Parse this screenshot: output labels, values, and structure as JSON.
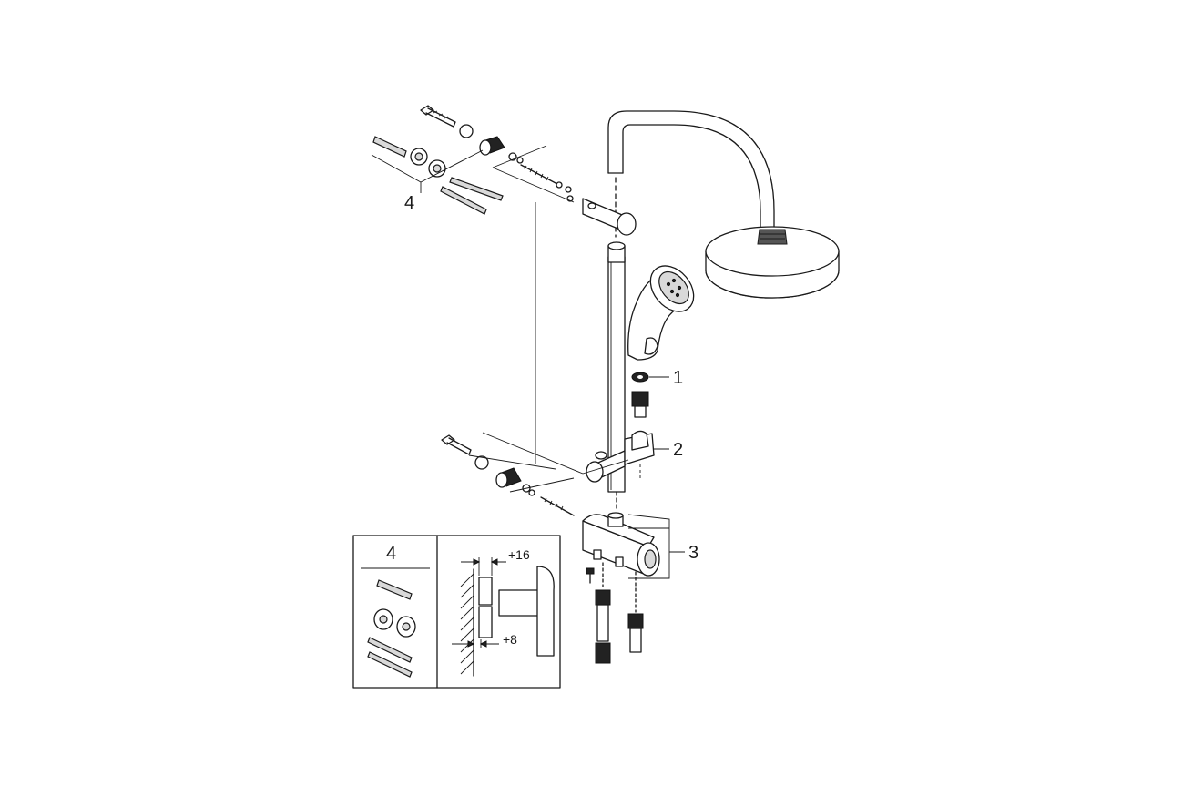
{
  "callouts": {
    "c1": "1",
    "c2": "2",
    "c3": "3",
    "c4": "4"
  },
  "inset": {
    "kit_label": "4",
    "dim_top": "+16",
    "dim_bottom": "+8"
  }
}
